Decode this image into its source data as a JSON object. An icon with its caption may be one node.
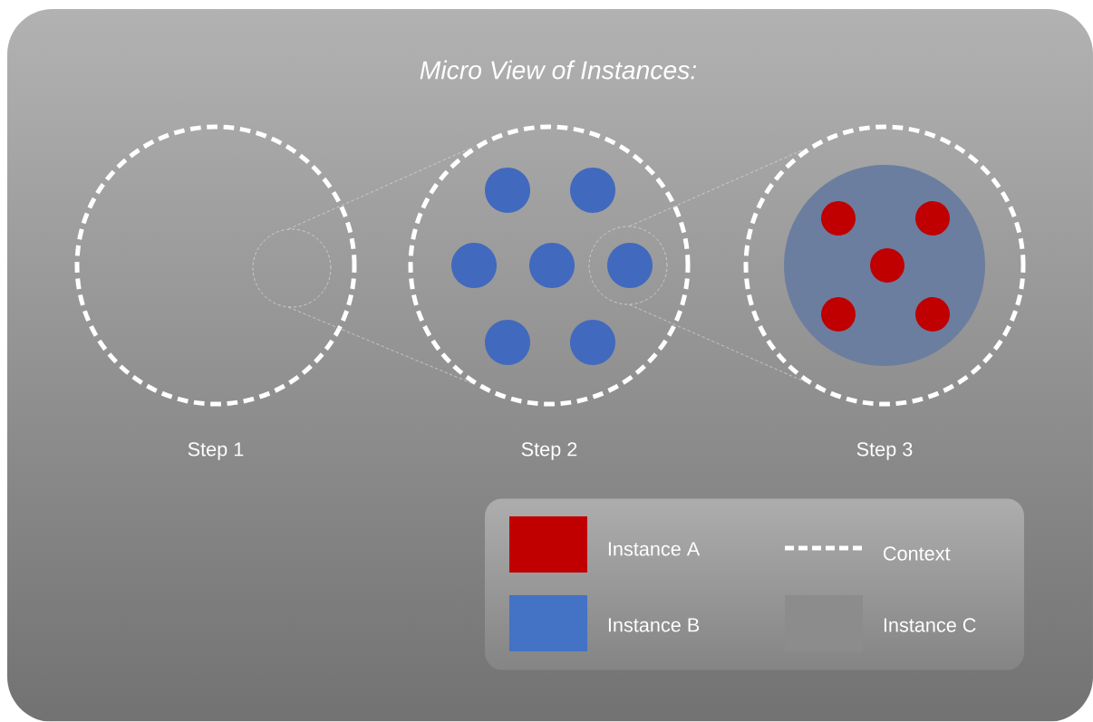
{
  "diagram": {
    "title": "Micro View of Instances:",
    "nodes": [
      {
        "text": [],
        "shape": "circle",
        "beside": [
          "Step 1"
        ]
      },
      {
        "text": [],
        "shape": "circle",
        "in": 0
      },
      {
        "text": [],
        "shape": "circle",
        "beside": [
          "Step 2"
        ]
      },
      {
        "text": [],
        "shape": "circle",
        "in": 2
      },
      {
        "text": [],
        "shape": "circle",
        "in": 2
      },
      {
        "text": [],
        "shape": "circle",
        "in": 2
      },
      {
        "text": [],
        "shape": "circle",
        "in": 2
      },
      {
        "text": [],
        "shape": "circle",
        "in": 2
      },
      {
        "text": [],
        "shape": "circle",
        "in": 7
      },
      {
        "text": [],
        "shape": "circle",
        "in": 2
      },
      {
        "text": [],
        "shape": "circle",
        "in": 2
      },
      {
        "text": [],
        "shape": "circle",
        "beside": [
          "Step 3"
        ]
      },
      {
        "text": [],
        "shape": "circle",
        "in": 11
      },
      {
        "text": [],
        "shape": "circle",
        "in": 12
      },
      {
        "text": [],
        "shape": "circle",
        "in": 12
      },
      {
        "text": [],
        "shape": "circle",
        "in": 12
      },
      {
        "text": [],
        "shape": "circle",
        "in": 12
      },
      {
        "text": [],
        "shape": "circle",
        "in": 12
      }
    ],
    "edges": [
      {
        "from": 1,
        "to": 2,
        "arrow": "none",
        "style": "dashed"
      },
      {
        "from": 1,
        "to": 2,
        "arrow": "none",
        "style": "dashed"
      },
      {
        "from": 7,
        "to": 11,
        "arrow": "none",
        "style": "dashed"
      },
      {
        "from": 7,
        "to": 11,
        "arrow": "none",
        "style": "dashed"
      }
    ],
    "legend": [
      {
        "text": "Instance A",
        "color": "#c00000"
      },
      {
        "text": "Context"
      },
      {
        "text": "Instance B",
        "color": "#4472c4"
      },
      {
        "text": "Instance C",
        "color": "#8c8c8c"
      }
    ]
  }
}
